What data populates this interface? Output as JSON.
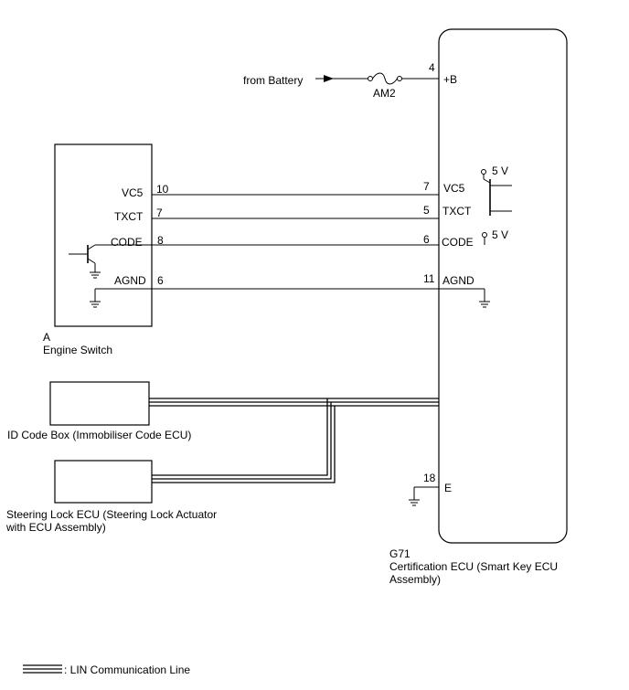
{
  "ecu": {
    "connector_id": "G71",
    "name_line1": "Certification ECU (Smart Key ECU",
    "name_line2": "Assembly)"
  },
  "battery": {
    "source_label": "from Battery",
    "fuse_label": "AM2",
    "pin_number": "4",
    "pin_name": "+B"
  },
  "engine_switch": {
    "connector_id": "A",
    "name": "Engine Switch",
    "pins": [
      {
        "name": "VC5",
        "number": "10"
      },
      {
        "name": "TXCT",
        "number": "7"
      },
      {
        "name": "CODE",
        "number": "8"
      },
      {
        "name": "AGND",
        "number": "6"
      }
    ]
  },
  "ecu_pins": [
    {
      "number": "7",
      "name": "VC5"
    },
    {
      "number": "5",
      "name": "TXCT"
    },
    {
      "number": "6",
      "name": "CODE"
    },
    {
      "number": "11",
      "name": "AGND"
    }
  ],
  "supply_labels": [
    "5 V",
    "5 V"
  ],
  "ground_pin": {
    "number": "18",
    "name": "E"
  },
  "id_code_box": {
    "name": "ID Code Box (Immobiliser Code ECU)"
  },
  "steering_lock": {
    "name_line1": "Steering Lock ECU (Steering Lock Actuator",
    "name_line2": "with ECU Assembly)"
  },
  "legend": {
    "text": ": LIN Communication Line"
  }
}
